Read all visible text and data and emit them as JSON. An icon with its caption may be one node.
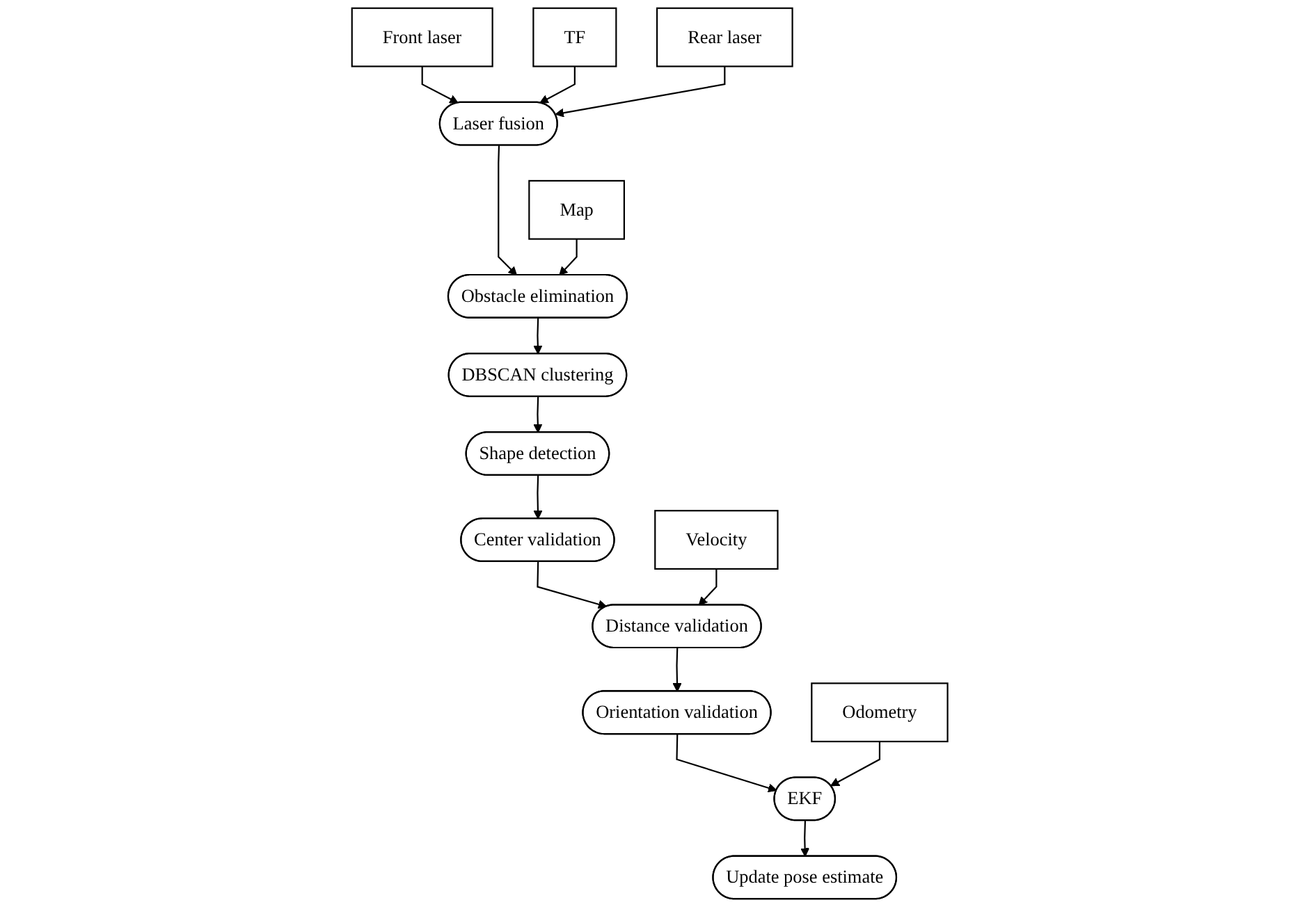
{
  "diagram": {
    "nodes": [
      {
        "text": [
          "Front laser"
        ]
      },
      {
        "text": [
          "TF"
        ]
      },
      {
        "text": [
          "Rear laser"
        ]
      },
      {
        "text": [
          "Laser fusion"
        ]
      },
      {
        "text": [
          "Map"
        ]
      },
      {
        "text": [
          "Obstacle elimination"
        ]
      },
      {
        "text": [
          "DBSCAN clustering"
        ]
      },
      {
        "text": [
          "Shape detection"
        ]
      },
      {
        "text": [
          "Center validation"
        ]
      },
      {
        "text": [
          "Velocity"
        ]
      },
      {
        "text": [
          "Distance validation"
        ]
      },
      {
        "text": [
          "Orientation validation"
        ]
      },
      {
        "text": [
          "Odometry"
        ]
      },
      {
        "text": [
          "EKF"
        ]
      },
      {
        "text": [
          "Update pose estimate"
        ]
      }
    ],
    "edges": [
      {
        "from": 0,
        "to": 3,
        "arrow": "to"
      },
      {
        "from": 1,
        "to": 3,
        "arrow": "to"
      },
      {
        "from": 2,
        "to": 3,
        "arrow": "to"
      },
      {
        "from": 3,
        "to": 5,
        "arrow": "to"
      },
      {
        "from": 4,
        "to": 5,
        "arrow": "to"
      },
      {
        "from": 5,
        "to": 6,
        "arrow": "to"
      },
      {
        "from": 6,
        "to": 7,
        "arrow": "to"
      },
      {
        "from": 7,
        "to": 8,
        "arrow": "to"
      },
      {
        "from": 8,
        "to": 10,
        "arrow": "to"
      },
      {
        "from": 9,
        "to": 10,
        "arrow": "to"
      },
      {
        "from": 10,
        "to": 11,
        "arrow": "to"
      },
      {
        "from": 11,
        "to": 13,
        "arrow": "to"
      },
      {
        "from": 12,
        "to": 13,
        "arrow": "to"
      },
      {
        "from": 13,
        "to": 14,
        "arrow": "to"
      }
    ]
  }
}
